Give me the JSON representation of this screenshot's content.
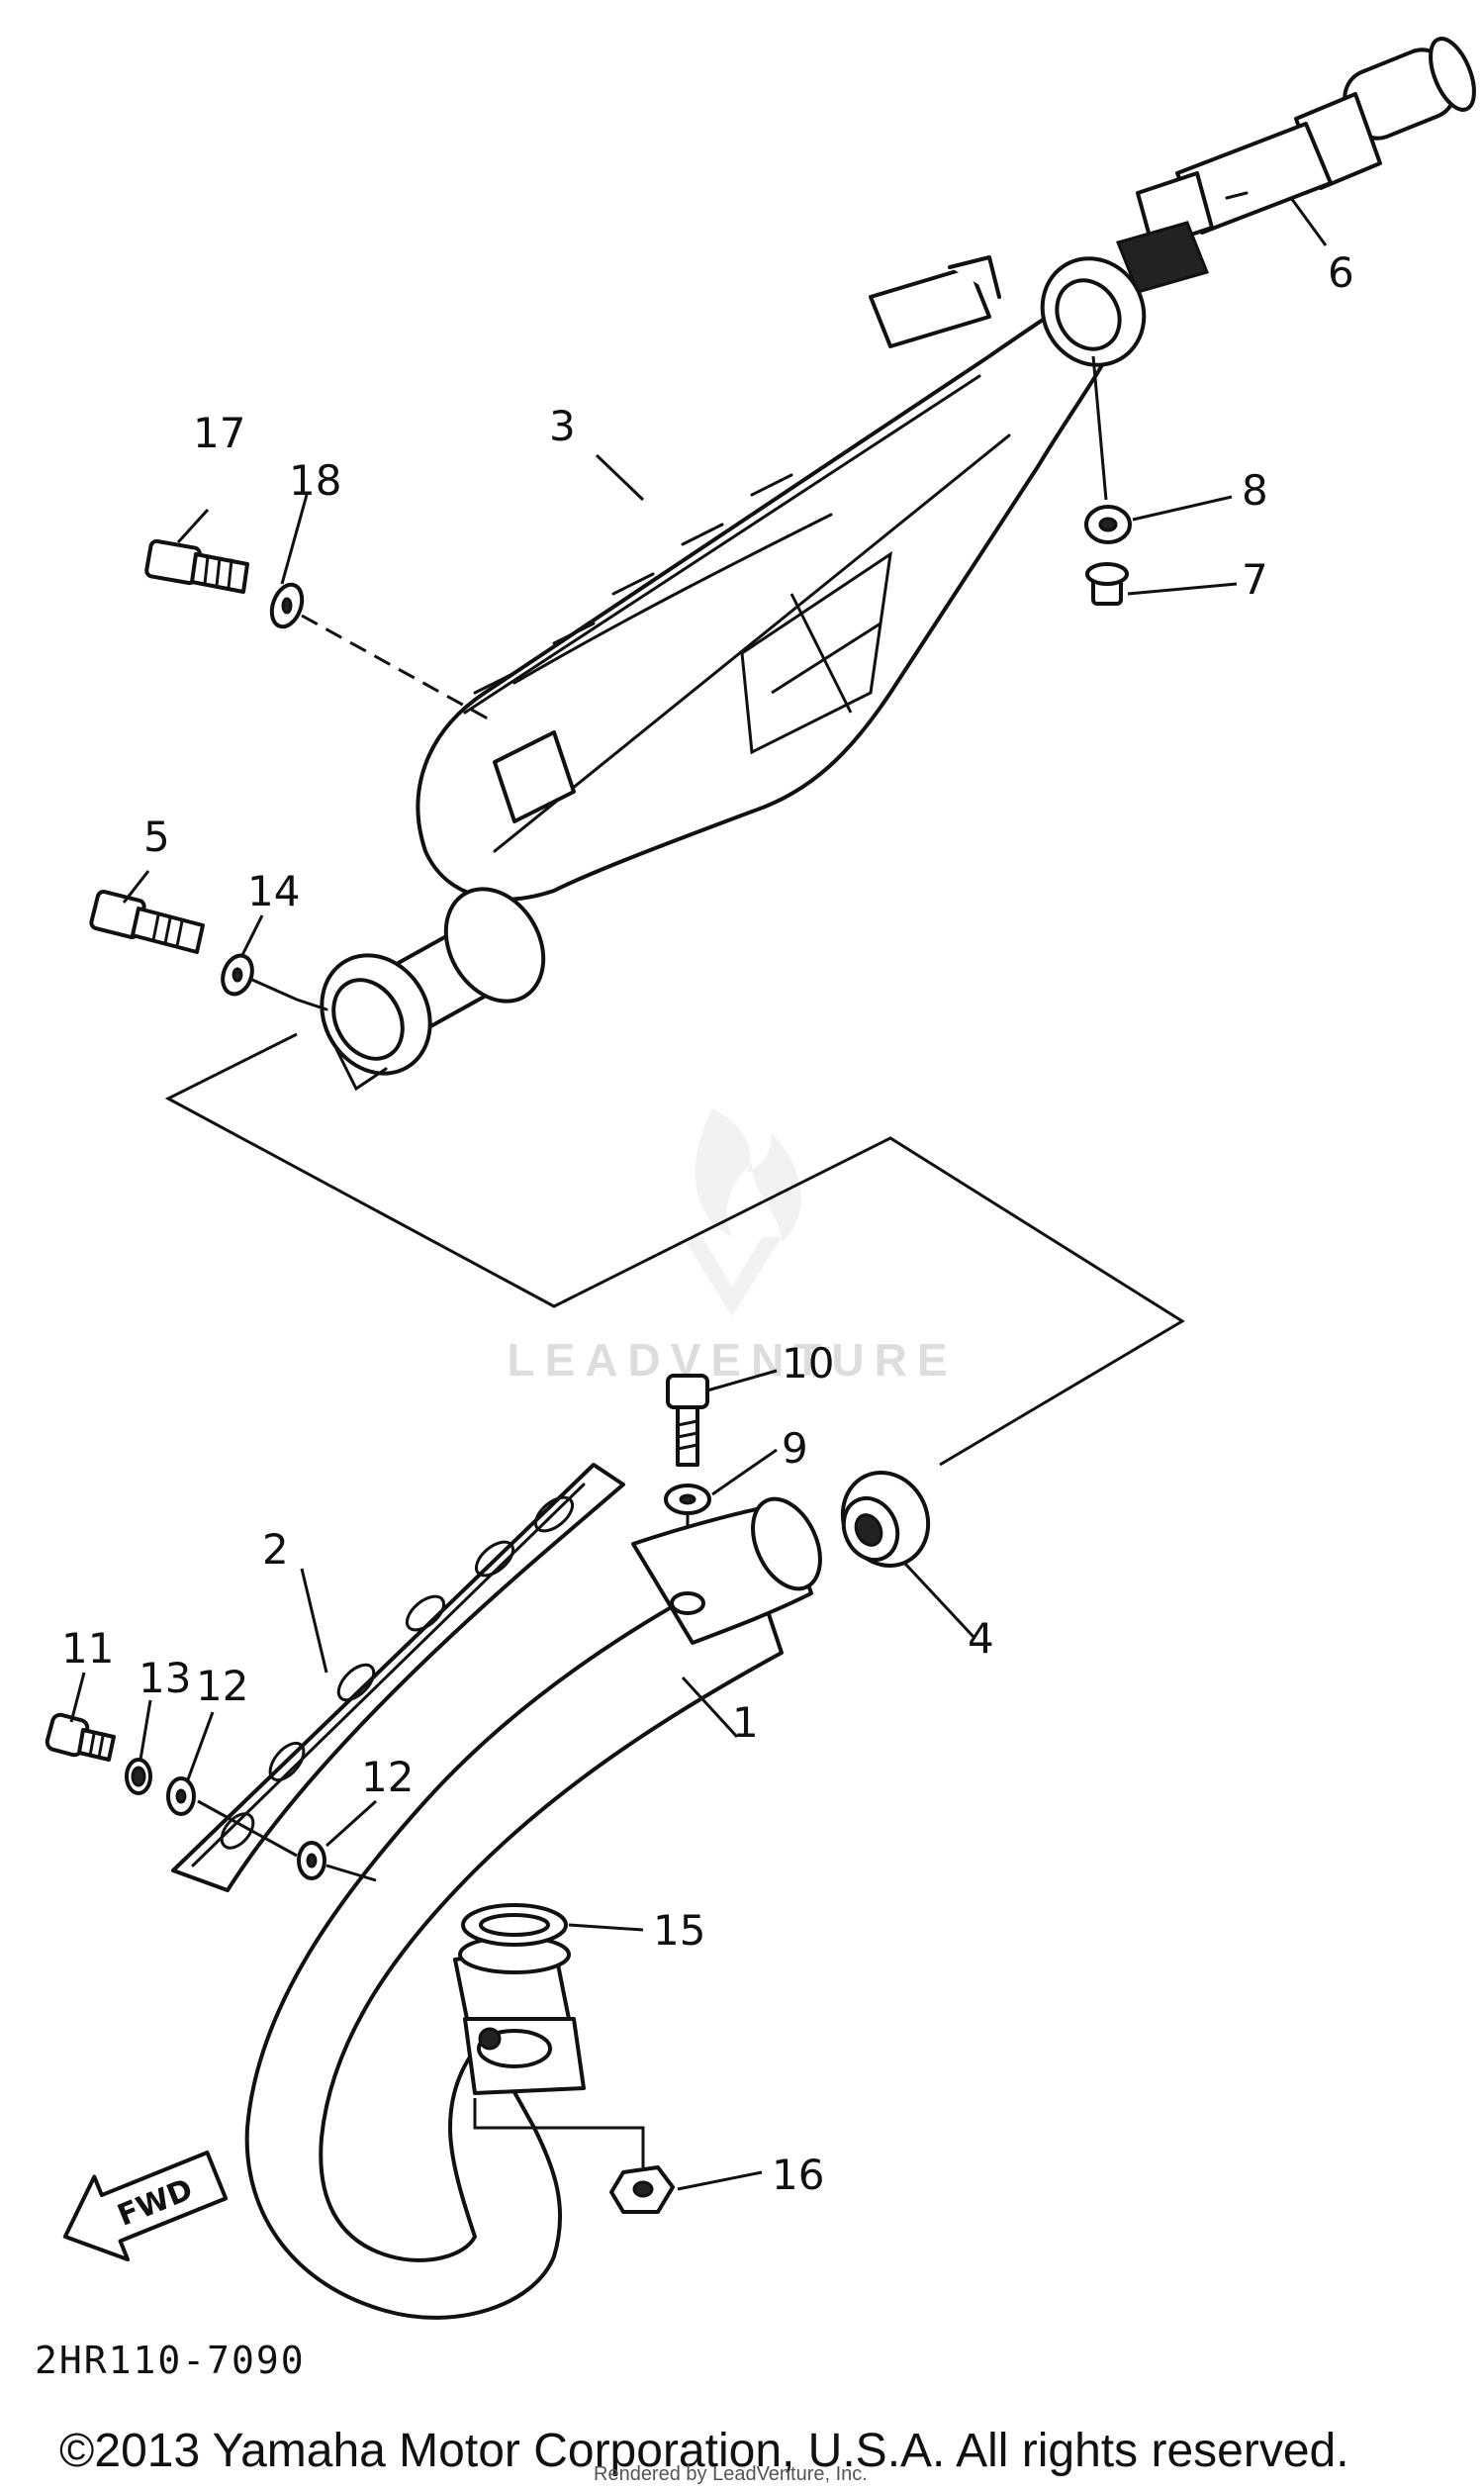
{
  "diagram": {
    "callouts": [
      "1",
      "2",
      "3",
      "4",
      "5",
      "6",
      "7",
      "8",
      "9",
      "10",
      "11",
      "12",
      "12",
      "13",
      "14",
      "15",
      "16",
      "17",
      "18"
    ],
    "fwd_label": "FWD",
    "diagram_code": "2HR110-7090",
    "copyright": "©2013 Yamaha Motor Corporation, U.S.A. All rights reserved.",
    "credit": "Rendered by LeadVenture, Inc.",
    "watermark": "LEADVENTURE"
  }
}
